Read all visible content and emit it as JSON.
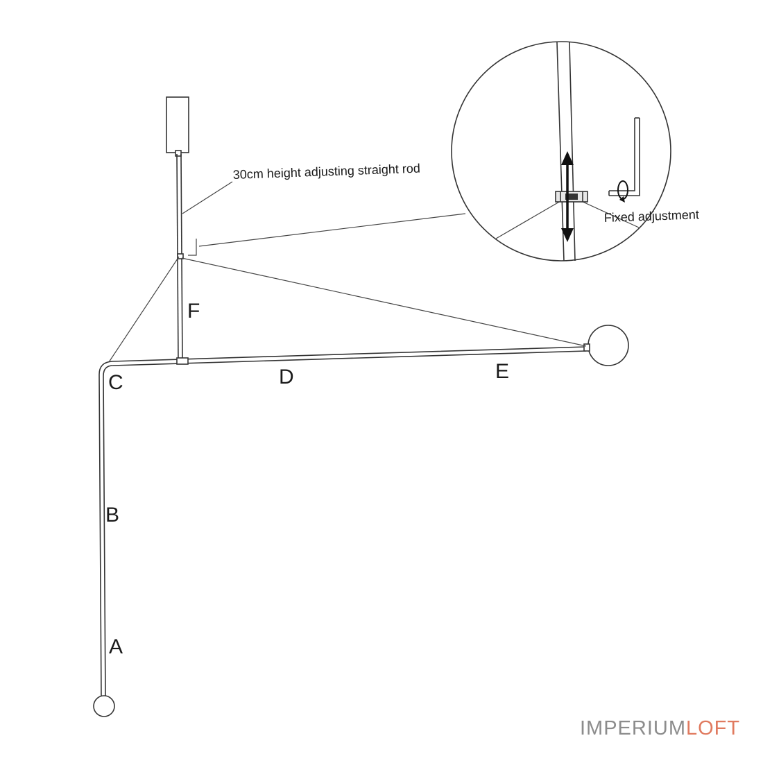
{
  "diagram": {
    "callouts": {
      "rod": "30cm height adjusting straight rod",
      "adjust": "Fixed adjustment"
    },
    "parts": {
      "a": "A",
      "b": "B",
      "c": "C",
      "d": "D",
      "e": "E",
      "f": "F"
    }
  },
  "watermark": {
    "part1": "IMPERIUM",
    "part2": "LOFT"
  },
  "colors": {
    "line": "#333333",
    "watermark_gray": "#8c8c8c",
    "watermark_accent": "#e07a5f"
  }
}
